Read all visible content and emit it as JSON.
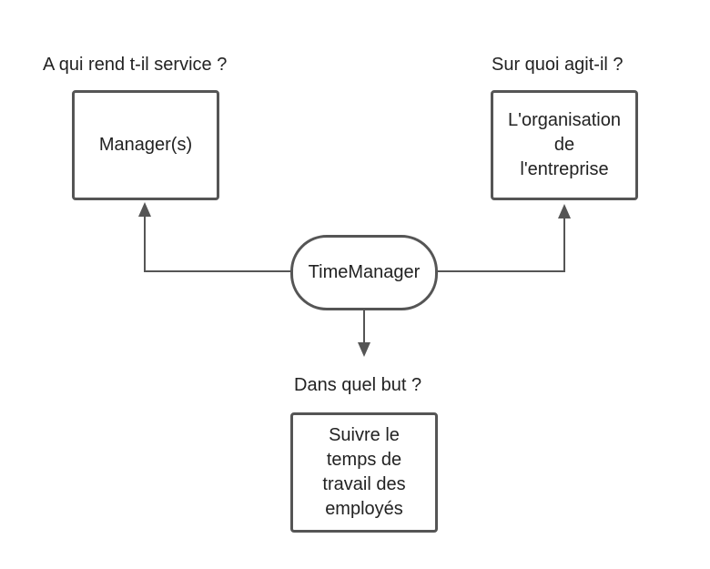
{
  "colors": {
    "stroke": "#555555",
    "text": "#222222",
    "background": "#ffffff"
  },
  "questions": {
    "who": "A qui rend t-il service ?",
    "what": "Sur quoi agit-il ?",
    "why": "Dans quel but ?"
  },
  "nodes": {
    "center": "TimeManager",
    "managers": "Manager(s)",
    "organisation": "L'organisation\nde\nl'entreprise",
    "goal": "Suivre le\ntemps de\ntravail des\nemployés"
  },
  "edges": [
    {
      "from": "center",
      "to": "managers"
    },
    {
      "from": "center",
      "to": "organisation"
    },
    {
      "from": "center",
      "to": "goal"
    }
  ]
}
